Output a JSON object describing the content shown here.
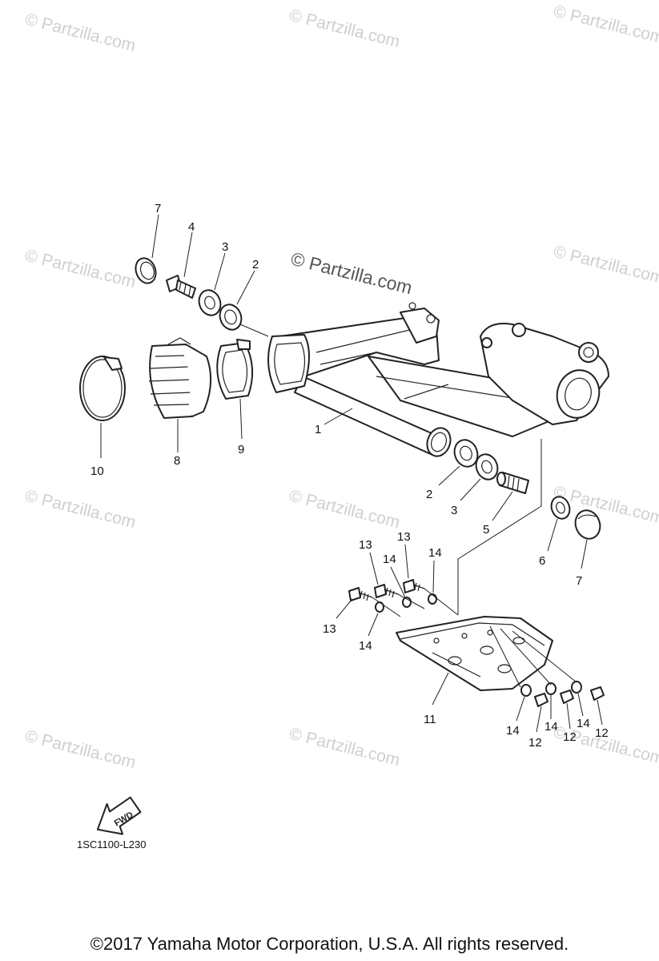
{
  "watermark": "© Partzilla.com",
  "diagram_code": "1SC1100-L230",
  "fwd_label": "FWD",
  "copyright": "©2017 Yamaha Motor Corporation, U.S.A. All rights reserved.",
  "callouts": {
    "c1": "1",
    "c2a": "2",
    "c2b": "2",
    "c3a": "3",
    "c3b": "3",
    "c4": "4",
    "c5": "5",
    "c6": "6",
    "c7a": "7",
    "c7b": "7",
    "c8": "8",
    "c9": "9",
    "c10": "10",
    "c11": "11",
    "c12a": "12",
    "c12b": "12",
    "c12c": "12",
    "c13a": "13",
    "c13b": "13",
    "c13c": "13",
    "c14a": "14",
    "c14b": "14",
    "c14c": "14",
    "c14d": "14",
    "c14e": "14",
    "c14f": "14"
  }
}
